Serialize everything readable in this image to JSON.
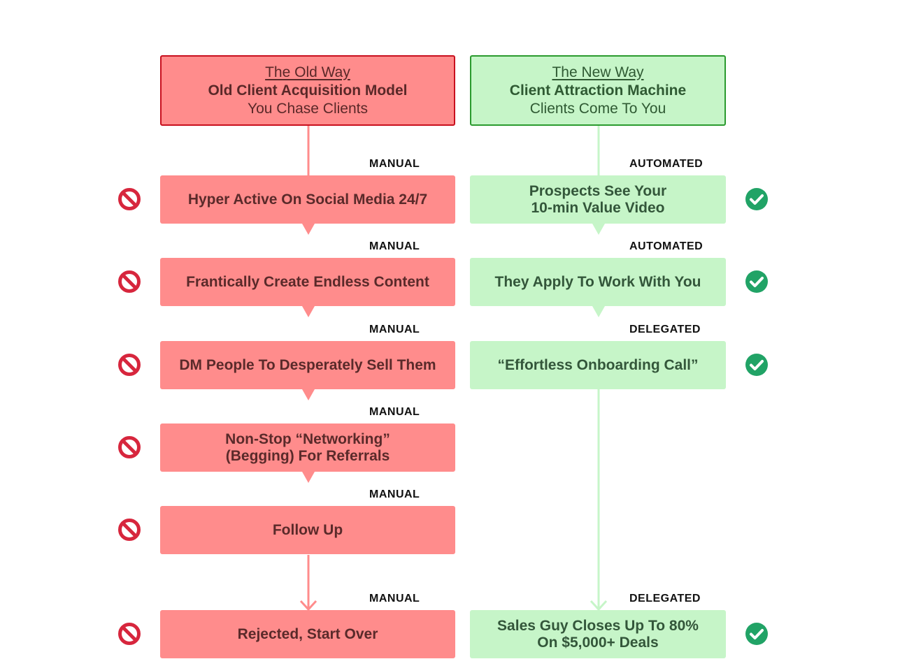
{
  "old": {
    "header": {
      "sub": "The Old Way",
      "title": "Old Client Acquisition Model",
      "tag": "You Chase Clients"
    },
    "steps": [
      {
        "label": "MANUAL",
        "text": "Hyper Active On Social Media 24/7"
      },
      {
        "label": "MANUAL",
        "text": "Frantically Create Endless Content"
      },
      {
        "label": "MANUAL",
        "text": "DM People To Desperately Sell Them"
      },
      {
        "label": "MANUAL",
        "text": "Non-Stop “Networking”\n(Begging) For Referrals"
      },
      {
        "label": "MANUAL",
        "text": "Follow Up"
      },
      {
        "label": "MANUAL",
        "text": "Rejected, Start Over"
      }
    ]
  },
  "new": {
    "header": {
      "sub": "The New Way",
      "title": "Client Attraction Machine",
      "tag": "Clients Come To You"
    },
    "steps": [
      {
        "label": "AUTOMATED",
        "text": "Prospects See Your\n10-min Value Video"
      },
      {
        "label": "AUTOMATED",
        "text": "They Apply To Work With You"
      },
      {
        "label": "DELEGATED",
        "text": "“Effortless Onboarding Call”"
      },
      {
        "label": "DELEGATED",
        "text": "Sales Guy Closes Up To 80%\nOn $5,000+ Deals"
      }
    ]
  },
  "colors": {
    "old_fill": "#ff8c8c",
    "old_border": "#c8101e",
    "new_fill": "#c6f5c8",
    "new_border": "#2a9a2e",
    "stop": "#d7263d",
    "check": "#21a366"
  },
  "icons": {
    "old": "stop-icon",
    "new": "check-icon"
  }
}
